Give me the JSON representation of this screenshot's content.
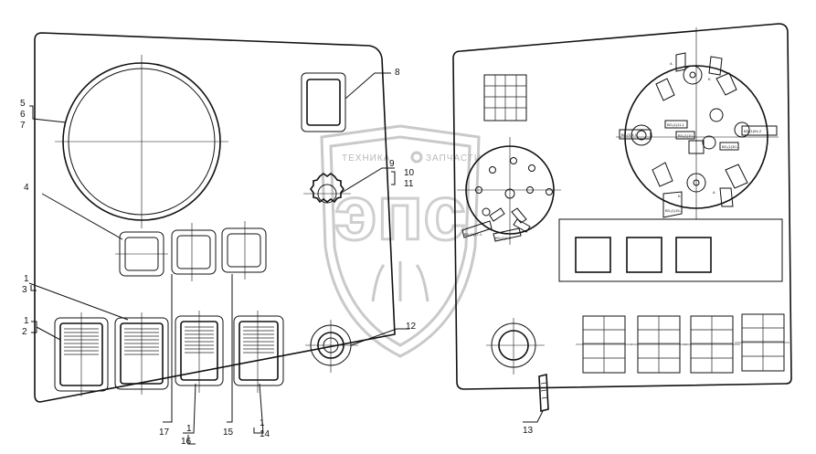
{
  "watermark": {
    "line1": "ТЕХНИКА",
    "line2": "ЗАПЧАСТИ",
    "logo": "эпс"
  },
  "callouts": {
    "c5": "5",
    "c6": "6",
    "c7": "7",
    "c8": "8",
    "c9": "9",
    "c10": "10",
    "c11": "11",
    "c4": "4",
    "c1a": "1",
    "c3": "3",
    "c1b": "1",
    "c2": "2",
    "c12": "12",
    "c17": "17",
    "c1c": "1",
    "c16": "16",
    "c15": "15",
    "c1d": "1",
    "c14": "14",
    "c13": "13"
  },
  "terminal_labels": {
    "a": "А",
    "b": "Б",
    "a2": "А",
    "b2": "Б",
    "t1": "ВЗ-(1)5-1",
    "t2": "ВЗ-(1)11-1",
    "t3": "ВЗ-(1)10-1",
    "t4": "ВЗ-(1)30-1",
    "t5": "ВЗ-(1)54-2",
    "t6": "ВЗ-(1)15-1",
    "t7": "ВЗ-(1)27-1",
    "t8": "ВЗ-(1)1-1"
  }
}
